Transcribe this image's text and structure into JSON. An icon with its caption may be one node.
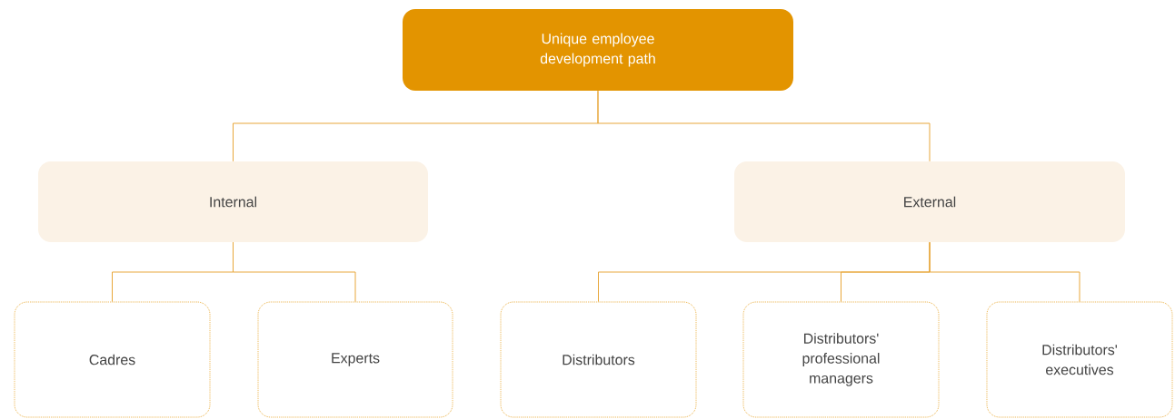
{
  "diagram": {
    "nodes": [
      {
        "text": [
          "Unique employee development path"
        ]
      },
      {
        "text": [
          "Internal"
        ]
      },
      {
        "text": [
          "External"
        ]
      },
      {
        "text": [
          "Cadres"
        ]
      },
      {
        "text": [
          "Experts"
        ]
      },
      {
        "text": [
          "Distributors"
        ]
      },
      {
        "text": [
          "Distributors' professional managers"
        ]
      },
      {
        "text": [
          "Distributors' executives"
        ]
      }
    ],
    "edges": [
      {
        "from": 0,
        "to": 1,
        "arrow": "none"
      },
      {
        "from": 0,
        "to": 2,
        "arrow": "none"
      },
      {
        "from": 1,
        "to": 3,
        "arrow": "none"
      },
      {
        "from": 1,
        "to": 4,
        "arrow": "none"
      },
      {
        "from": 2,
        "to": 5,
        "arrow": "none"
      },
      {
        "from": 2,
        "to": 6,
        "arrow": "none"
      },
      {
        "from": 2,
        "to": 7,
        "arrow": "none"
      }
    ]
  }
}
